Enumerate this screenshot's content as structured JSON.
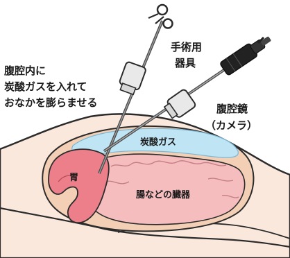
{
  "labels": {
    "inflate_line1": "腹腔内に",
    "inflate_line2": "炭酸ガスを入れて",
    "inflate_line3": "おなかを膨らませる",
    "instrument_line1": "手術用",
    "instrument_line2": "器具",
    "laparoscope_line1": "腹腔鏡",
    "laparoscope_line2": "（カメラ）",
    "co2_gas": "炭酸ガス",
    "stomach": "胃",
    "organs": "腸などの臓器"
  },
  "colors": {
    "skin": "#fbe8dc",
    "outline": "#2b2b2b",
    "gas": "#bfe4f3",
    "organ": "#f6bdbf",
    "stomach": "#ec7f8a",
    "peritoneum": "#f3d0b5",
    "port": "#e9e9e9",
    "camera_body": "#222222"
  }
}
